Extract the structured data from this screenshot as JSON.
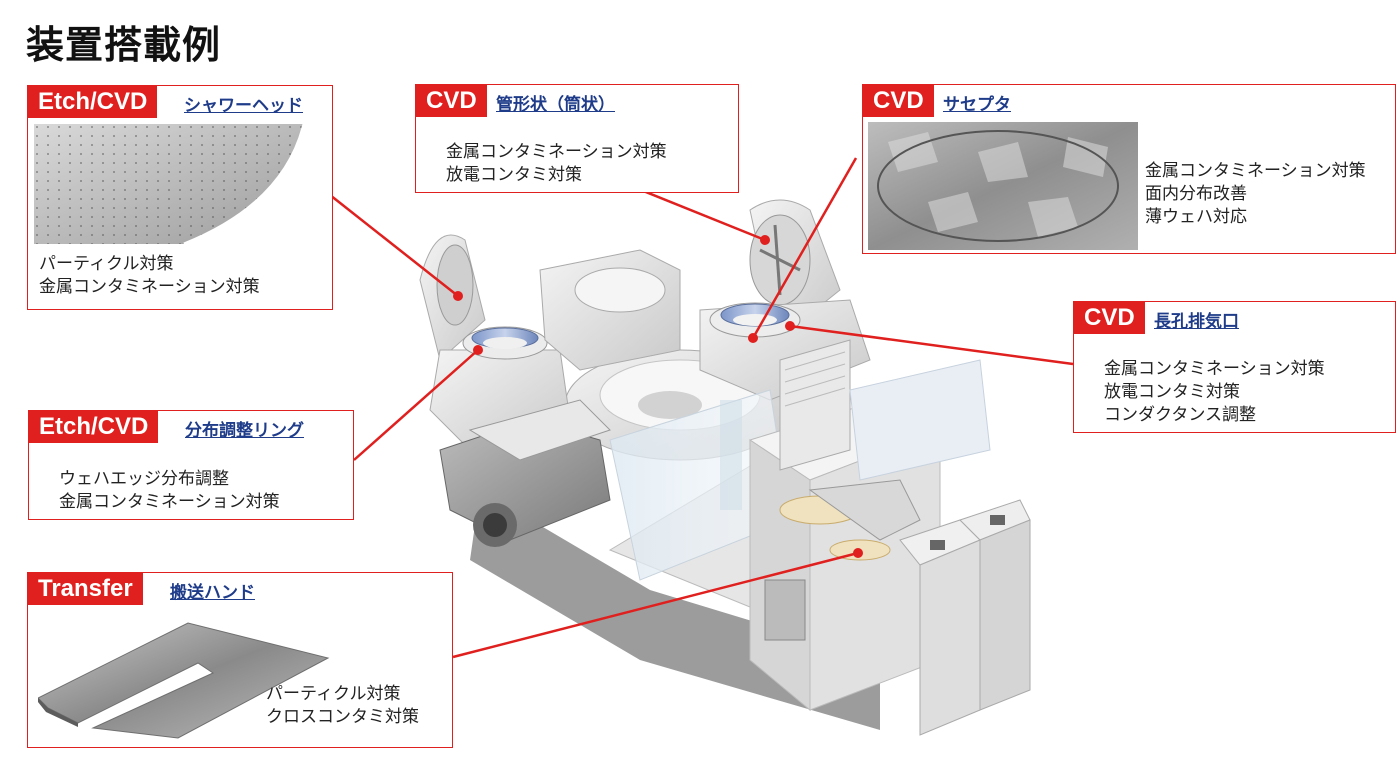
{
  "page_title": "装置搭載例",
  "colors": {
    "accent": "#e0201e",
    "link": "#1f3c8a"
  },
  "callouts": {
    "showerhead": {
      "tag": "Etch/CVD",
      "name": "シャワーヘッド",
      "features": [
        "パーティクル対策",
        "金属コンタミネーション対策"
      ]
    },
    "tube": {
      "tag": "CVD",
      "name": "管形状（筒状）",
      "features": [
        "金属コンタミネーション対策",
        "放電コンタミ対策"
      ]
    },
    "susceptor": {
      "tag": "CVD",
      "name": "サセプタ",
      "features": [
        "金属コンタミネーション対策",
        "面内分布改善",
        "薄ウェハ対応"
      ]
    },
    "exhaust": {
      "tag": "CVD",
      "name": "長孔排気口",
      "features": [
        "金属コンタミネーション対策",
        "放電コンタミ対策",
        "コンダクタンス調整"
      ]
    },
    "ring": {
      "tag": "Etch/CVD",
      "name": "分布調整リング",
      "features": [
        "ウェハエッジ分布調整",
        "金属コンタミネーション対策"
      ]
    },
    "hand": {
      "tag": "Transfer",
      "name": "搬送ハンド",
      "features": [
        "パーティクル対策",
        "クロスコンタミ対策"
      ]
    }
  }
}
